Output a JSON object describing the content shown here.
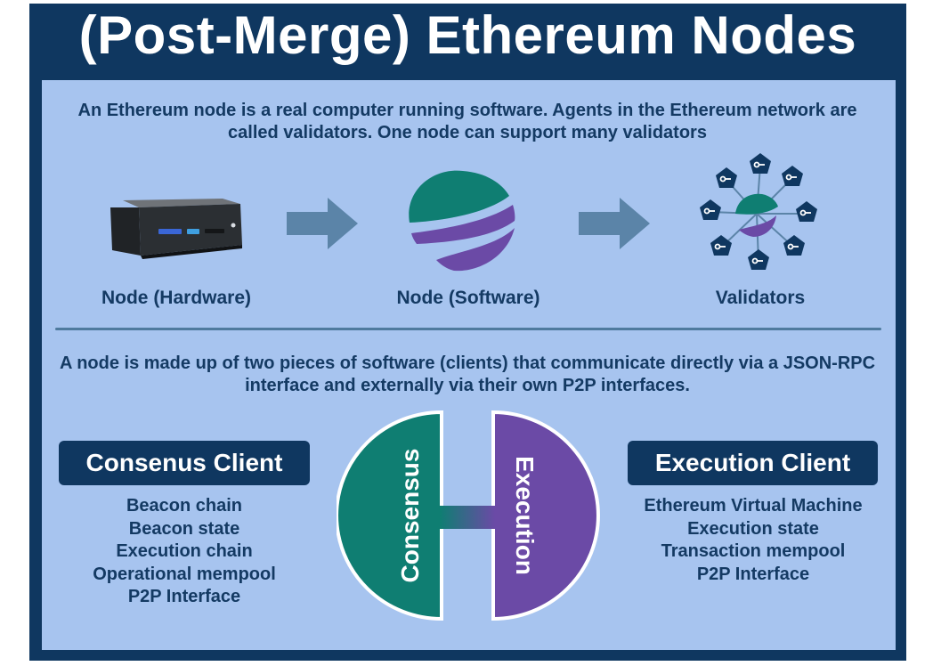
{
  "title": "(Post-Merge) Ethereum Nodes",
  "intro_text": "An Ethereum node is a real computer running software. Agents in the Ethereum network are called validators. One node can support many validators",
  "stages": [
    {
      "label": "Node (Hardware)",
      "icon": "mini-pc-icon"
    },
    {
      "label": "Node (Software)",
      "icon": "ethereum-client-logo-icon"
    },
    {
      "label": "Validators",
      "icon": "validator-keys-icon"
    }
  ],
  "clients_text": "A node is made up of two pieces of software (clients) that communicate directly via a JSON-RPC interface and externally via their own P2P interfaces.",
  "consensus_client": {
    "title": "Consenus Client",
    "half_label": "Consensus",
    "items": [
      "Beacon chain",
      "Beacon state",
      "Execution chain",
      "Operational mempool",
      "P2P Interface"
    ]
  },
  "execution_client": {
    "title": "Execution Client",
    "half_label": "Execution",
    "items": [
      "Ethereum Virtual Machine",
      "Execution state",
      "Transaction mempool",
      "P2P Interface"
    ]
  },
  "colors": {
    "background": "#0f3760",
    "panel": "#a7c4ef",
    "consensus": "#0f7e72",
    "execution": "#6b4aa6",
    "text_dark": "#143a63",
    "arrow": "#5b84a8"
  }
}
